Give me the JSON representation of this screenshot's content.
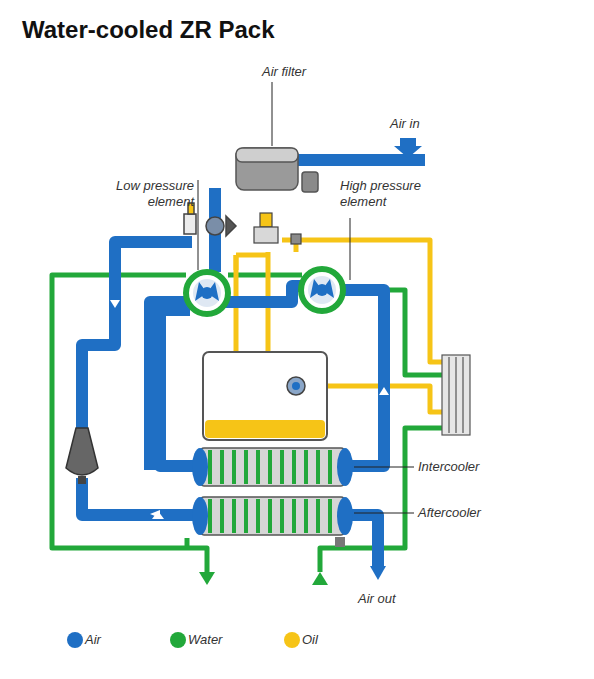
{
  "diagram": {
    "title": "Water-cooled ZR Pack",
    "labels": [
      "Air filter",
      "Air in",
      "Low pressure element",
      "High pressure element",
      "Intercooler",
      "Aftercooler",
      "Air out"
    ],
    "legend": [
      {
        "text": "Air",
        "color": "#1f6fc4"
      },
      {
        "text": "Water",
        "color": "#22a83a"
      },
      {
        "text": "Oil",
        "color": "#f6c417"
      }
    ]
  }
}
